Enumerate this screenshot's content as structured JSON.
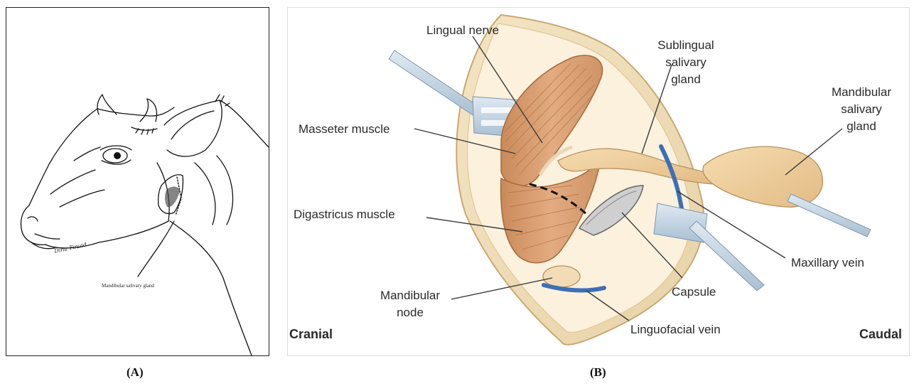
{
  "panel_a": {
    "caption": "(A)",
    "label": "Mandibular salivary gland",
    "signature": "Dina Fouad"
  },
  "panel_b": {
    "caption": "(B)",
    "labels": {
      "lingual_nerve": "Lingual nerve",
      "sublingual_line1": "Sublingual",
      "sublingual_line2": "salivary",
      "sublingual_line3": "gland",
      "mandibular_gland_line1": "Mandibular",
      "mandibular_gland_line2": "salivary",
      "mandibular_gland_line3": "gland",
      "masseter": "Masseter muscle",
      "digastricus": "Digastricus muscle",
      "maxillary_vein": "Maxillary vein",
      "capsule": "Capsule",
      "mandibular_node_line1": "Mandibular",
      "mandibular_node_line2": "node",
      "linguofacial_vein": "Linguofacial vein"
    },
    "orientation": {
      "left": "Cranial",
      "right": "Caudal"
    }
  }
}
